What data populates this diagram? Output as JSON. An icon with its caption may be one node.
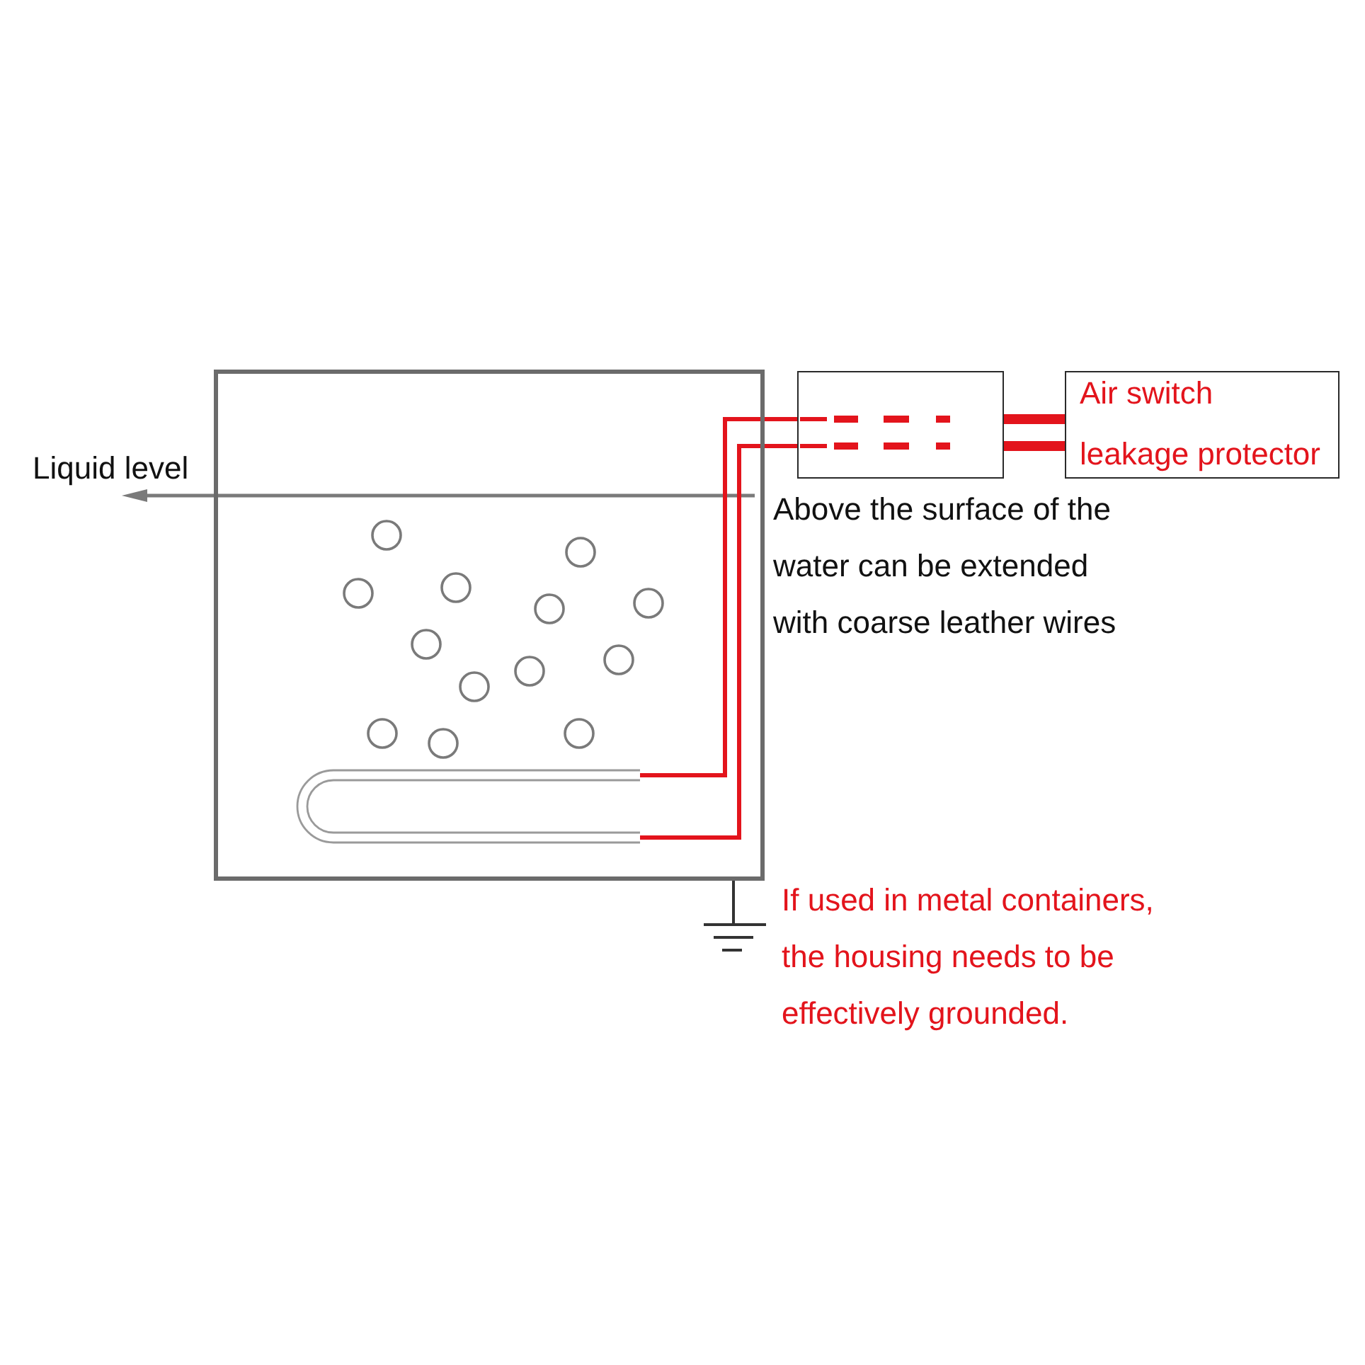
{
  "diagram": {
    "nodes": [
      {
        "text": [],
        "shape": "box"
      },
      {
        "text": [],
        "shape": "picture",
        "in": 0
      },
      {
        "text": [],
        "shape": "box"
      },
      {
        "text": [
          "Air switch",
          "leakage protector"
        ]
      }
    ],
    "edges": [
      {
        "from": 1,
        "to": 2,
        "arrow": "none"
      },
      {
        "from": 1,
        "to": 2,
        "arrow": "none"
      },
      {
        "from": 2,
        "to": 3,
        "arrow": "none",
        "style": "thick"
      },
      {
        "from": 2,
        "to": 3,
        "arrow": "none",
        "style": "thick"
      }
    ],
    "labels": [
      "Liquid level",
      "Above the surface of the water can be extended with coarse leather wires",
      "If used in metal containers, the housing needs to be effectively grounded."
    ]
  }
}
